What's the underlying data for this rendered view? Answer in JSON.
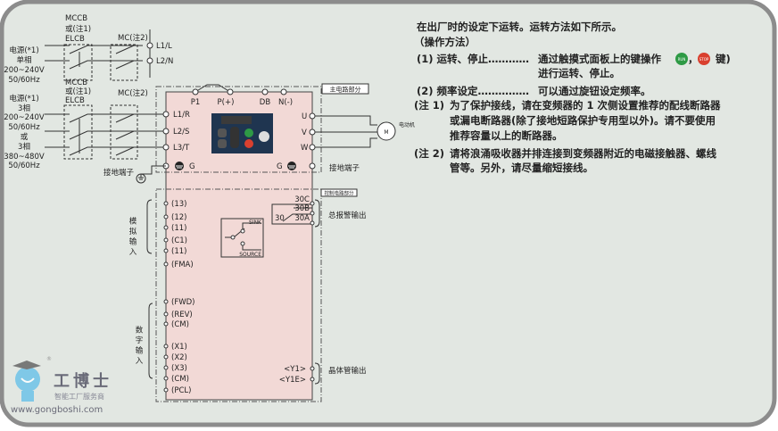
{
  "colors": {
    "background": "#e2e7e2",
    "frame": "#8c8c8c",
    "inverter_body": "#f2d9d6",
    "run_button": "#2e9a45",
    "stop_button": "#d9402f"
  },
  "supply_single": {
    "lines": [
      "电源(*1)",
      "单相",
      "200~240V",
      "50/60Hz"
    ],
    "breaker": [
      "MCCB",
      "或(注1)",
      "ELCB"
    ],
    "contactor": "MC(注2)",
    "terminals": [
      "L1/L",
      "L2/N"
    ]
  },
  "supply_three": {
    "lines": [
      "电源(*1)",
      "3相",
      "200~240V",
      "50/60Hz",
      "或",
      "3相",
      "380~480V",
      "50/60Hz"
    ],
    "breaker": [
      "MCCB",
      "或(注1)",
      "ELCB"
    ],
    "contactor": "MC(注2)"
  },
  "main_circuit": {
    "label": "主电路部分",
    "top_terminals": [
      "P1",
      "P(+)",
      "DB",
      "N(-)"
    ],
    "input_terminals": [
      "L1/R",
      "L2/S",
      "L3/T"
    ],
    "output_terminals": [
      "U",
      "V",
      "W"
    ],
    "ground": "G",
    "ground_label": "接地端子",
    "motor": "M",
    "motor_label": "电动机"
  },
  "control_circuit": {
    "label": "控制电路部分",
    "analog_label": "模拟输入",
    "analog_terminals": [
      "(13)",
      "(12)",
      "(11)",
      "(C1)",
      "(11)",
      "(FMA)"
    ],
    "digital_label": "数字输入",
    "digital_terminals": [
      "(FWD)",
      "(REV)",
      "(CM)",
      "(X1)",
      "(X2)",
      "(X3)",
      "(CM)",
      "(PCL)"
    ],
    "switch": {
      "sink": "SINK",
      "source": "SOURCE"
    },
    "relay": {
      "common": "30",
      "terminals": [
        "30C",
        "30B",
        "30A"
      ],
      "label": "总报警输出"
    },
    "transistor": {
      "terminals": [
        "<Y1>",
        "<Y1E>"
      ],
      "label": "晶体管输出"
    }
  },
  "notes": {
    "intro": "在出厂时的设定下运转。运转方法如下所示。",
    "method_title": "（操作方法）",
    "op1_label": "(1) 运转、停止…………",
    "op1_text": "通过触摸式面板上的键操作",
    "run_key": "RUN",
    "stop_key": "STOP",
    "op1_sep": "，",
    "op1_end": "键)",
    "op1_text2": "进行运转、停止。",
    "op2_label": "(2) 频率设定……………",
    "op2_text": "可以通过旋钮设定频率。",
    "note1_label": "(注 1)",
    "note1_lines": [
      "为了保护接线，请在变频器的 1 次侧设置推荐的配线断路器",
      "或漏电断路器(除了接地短路保护专用型以外)。请不要使用",
      "推荐容量以上的断路器。"
    ],
    "note2_label": "(注 2)",
    "note2_lines": [
      "请将浪涌吸收器并排连接到变频器附近的电磁接触器、螺线",
      "管等。另外，请尽量缩短接线。"
    ]
  },
  "watermark": {
    "brand": "工博士",
    "slogan": "智能工厂服务商",
    "url": "www.gongboshi.com",
    "registered": "®"
  }
}
